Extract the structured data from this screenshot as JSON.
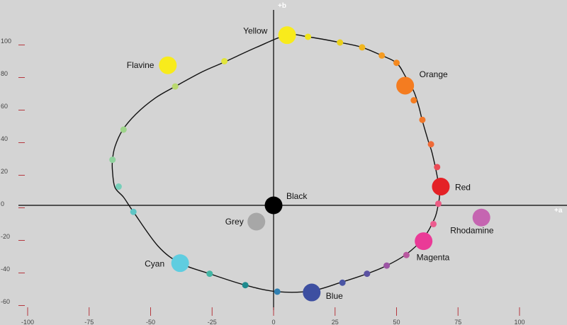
{
  "chart_data": {
    "type": "scatter",
    "title": "",
    "xlabel": "+a",
    "ylabel": "+b",
    "xlim": [
      -110,
      118
    ],
    "ylim": [
      -64,
      121
    ],
    "x_ticks": [
      -100,
      -75,
      -50,
      -25,
      0,
      25,
      50,
      75,
      100
    ],
    "x_tick_labels": [
      "-100",
      "-75",
      "-50",
      "-25",
      "0",
      "25",
      "50",
      "75",
      "100"
    ],
    "y_ticks": [
      -60,
      -40,
      -20,
      0,
      20,
      40,
      60,
      80,
      100
    ],
    "y_tick_labels": [
      "-60",
      "-40",
      "-20",
      "0",
      "20",
      "40",
      "60",
      "80",
      "100"
    ],
    "grid": false,
    "curve": [
      [
        5.5,
        104.5
      ],
      [
        14,
        103.5
      ],
      [
        27,
        100
      ],
      [
        36,
        97
      ],
      [
        44,
        92
      ],
      [
        50,
        87.5
      ],
      [
        53.5,
        79.5
      ],
      [
        57,
        70
      ],
      [
        59,
        61
      ],
      [
        60.5,
        52
      ],
      [
        63,
        39
      ],
      [
        64.5,
        32
      ],
      [
        66.5,
        18
      ],
      [
        67.5,
        7
      ],
      [
        67,
        1
      ],
      [
        65.5,
        -8
      ],
      [
        61,
        -20
      ],
      [
        54,
        -30
      ],
      [
        46,
        -37
      ],
      [
        38,
        -42
      ],
      [
        28,
        -47
      ],
      [
        15.5,
        -52.5
      ],
      [
        1.5,
        -53
      ],
      [
        -11.5,
        -49
      ],
      [
        -26,
        -42
      ],
      [
        -38,
        -35.5
      ],
      [
        -47,
        -25
      ],
      [
        -57,
        -4
      ],
      [
        -61,
        5
      ],
      [
        -64.5,
        11
      ],
      [
        -65.5,
        21
      ],
      [
        -65.5,
        28
      ],
      [
        -64.5,
        36
      ],
      [
        -61.5,
        46
      ],
      [
        -56,
        56
      ],
      [
        -48,
        66
      ],
      [
        -40,
        73
      ],
      [
        -29,
        82
      ],
      [
        -20,
        88
      ],
      [
        -7,
        97
      ],
      [
        5.5,
        104.5
      ]
    ],
    "points": [
      {
        "name": "Yellow",
        "x": 5.5,
        "y": 104.5,
        "color": "#f8eb1c",
        "major": true
      },
      {
        "name": "Orange",
        "x": 53.5,
        "y": 73.5,
        "color": "#f47c20",
        "major": true
      },
      {
        "name": "Red",
        "x": 68,
        "y": 11.5,
        "color": "#e42126",
        "major": true
      },
      {
        "name": "Rhodamine",
        "x": 84.5,
        "y": -7.5,
        "color": "#c565b1",
        "major": true
      },
      {
        "name": "Magenta",
        "x": 61,
        "y": -22,
        "color": "#ea3a97",
        "major": true
      },
      {
        "name": "Blue",
        "x": 15.5,
        "y": -53.5,
        "color": "#3d4fa1",
        "major": true
      },
      {
        "name": "Cyan",
        "x": -38,
        "y": -35.5,
        "color": "#5fcde0",
        "major": true
      },
      {
        "name": "Grey",
        "x": -7,
        "y": -10,
        "color": "#a7a7a7",
        "major": true
      },
      {
        "name": "Black",
        "x": 0,
        "y": 0,
        "color": "#000000",
        "major": true
      },
      {
        "name": "Flavine",
        "x": -43,
        "y": 86,
        "color": "#f8eb1c",
        "major": true
      },
      {
        "name": "",
        "x": 14,
        "y": 103.5,
        "color": "#f0e41a",
        "major": false
      },
      {
        "name": "",
        "x": 27,
        "y": 100,
        "color": "#ead01a",
        "major": false
      },
      {
        "name": "",
        "x": 36,
        "y": 97,
        "color": "#f0b51e",
        "major": false
      },
      {
        "name": "",
        "x": 44,
        "y": 92,
        "color": "#f49b22",
        "major": false
      },
      {
        "name": "",
        "x": 50,
        "y": 87.5,
        "color": "#f4891f",
        "major": false
      },
      {
        "name": "",
        "x": 57,
        "y": 64.5,
        "color": "#f47c20",
        "major": false
      },
      {
        "name": "",
        "x": 60.5,
        "y": 52.5,
        "color": "#f1772a",
        "major": false
      },
      {
        "name": "",
        "x": 64,
        "y": 37.5,
        "color": "#ef6a37",
        "major": false
      },
      {
        "name": "",
        "x": 66.5,
        "y": 23.5,
        "color": "#ea4c57",
        "major": false
      },
      {
        "name": "",
        "x": 67,
        "y": 1,
        "color": "#ec5c84",
        "major": false
      },
      {
        "name": "",
        "x": 65,
        "y": -11.5,
        "color": "#ec5c8f",
        "major": false
      },
      {
        "name": "",
        "x": 54,
        "y": -30.5,
        "color": "#b8589f",
        "major": false
      },
      {
        "name": "",
        "x": 46,
        "y": -37,
        "color": "#9c55a4",
        "major": false
      },
      {
        "name": "",
        "x": 38,
        "y": -42,
        "color": "#5b52a2",
        "major": false
      },
      {
        "name": "",
        "x": 28,
        "y": -47.5,
        "color": "#4a55a4",
        "major": false
      },
      {
        "name": "",
        "x": 1.5,
        "y": -53,
        "color": "#2f7fb1",
        "major": false
      },
      {
        "name": "",
        "x": -11.5,
        "y": -49,
        "color": "#1e8a8e",
        "major": false
      },
      {
        "name": "",
        "x": -26,
        "y": -42,
        "color": "#43b6a5",
        "major": false
      },
      {
        "name": "",
        "x": -57,
        "y": -4,
        "color": "#5fc6c6",
        "major": false
      },
      {
        "name": "",
        "x": -63,
        "y": 11.5,
        "color": "#76cfb9",
        "major": false
      },
      {
        "name": "",
        "x": -65.5,
        "y": 28,
        "color": "#8fd39e",
        "major": false
      },
      {
        "name": "",
        "x": -61,
        "y": 46.5,
        "color": "#9ed58a",
        "major": false
      },
      {
        "name": "",
        "x": -40,
        "y": 73,
        "color": "#bad96f",
        "major": false
      },
      {
        "name": "",
        "x": -20,
        "y": 88.5,
        "color": "#e1e43c",
        "major": false
      }
    ]
  }
}
